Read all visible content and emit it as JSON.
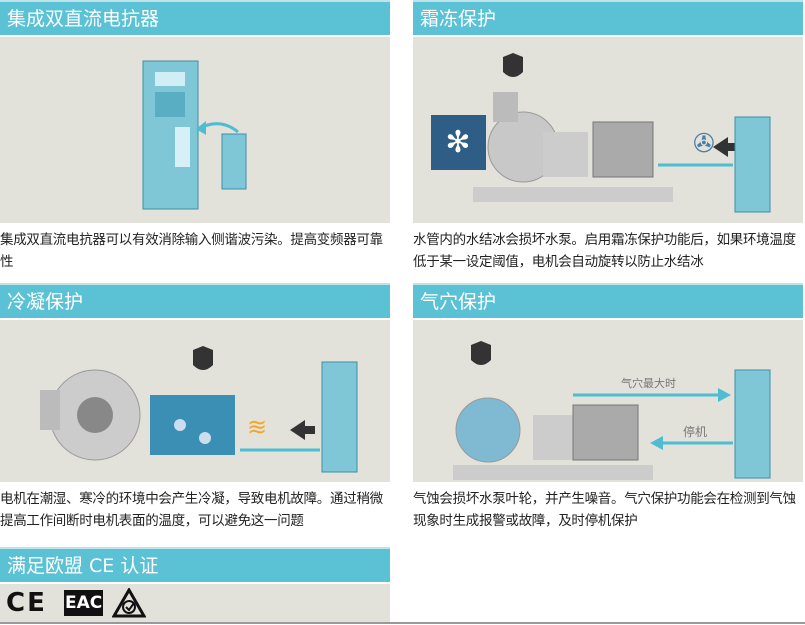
{
  "panels": [
    {
      "title": "集成双直流电抗器",
      "text": "集成双直流电抗器可以有效消除输入侧谐波污染。提高变频器可靠性"
    },
    {
      "title": "霜冻保护",
      "text": "水管内的水结冰会损坏水泵。启用霜冻保护功能后，如果环境温度低于某一设定阈值，电机会自动旋转以防止水结冰"
    },
    {
      "title": "冷凝保护",
      "text": "电机在潮湿、寒冷的环境中会产生冷凝，导致电机故障。通过稍微提高工作间断时电机表面的温度，可以避免这一问题"
    },
    {
      "title": "气穴保护",
      "text": "气蚀会损坏水泵叶轮，并产生噪音。气穴保护功能会在检测到气蚀现象时生成报警或故障，及时停机保护",
      "labels": {
        "max": "气穴最大时",
        "stop": "停机"
      }
    }
  ],
  "ce": {
    "title": "满足欧盟 CE 认证",
    "logos": [
      "CE",
      "EAC",
      "RCM"
    ]
  },
  "colors": {
    "header": "#5bc1d4",
    "image_bg": "#e2e1da",
    "arrow": "#4fbcd2"
  }
}
